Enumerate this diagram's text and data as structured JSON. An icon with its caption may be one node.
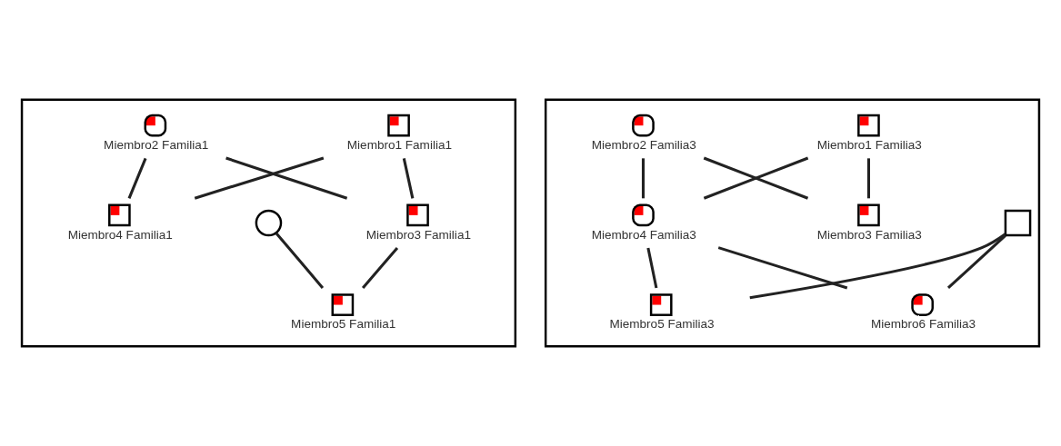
{
  "diagram": {
    "nodes": [
      {
        "text": [],
        "shape": "box"
      },
      {
        "text": [
          "Miembro1 Familia1"
        ],
        "in": 0
      },
      {
        "text": [
          "Miembro2 Familia1"
        ],
        "in": 0
      },
      {
        "text": [
          "Miembro3 Familia1"
        ],
        "in": 0
      },
      {
        "text": [
          "Miembro4 Familia1"
        ],
        "in": 0
      },
      {
        "text": [],
        "shape": "circle",
        "in": 0
      },
      {
        "text": [
          "Miembro5 Familia1"
        ],
        "in": 0
      },
      {
        "text": [],
        "shape": "box"
      },
      {
        "text": [
          "Miembro1 Familia3"
        ],
        "in": 7
      },
      {
        "text": [
          "Miembro2 Familia3"
        ],
        "in": 7
      },
      {
        "text": [],
        "shape": "box",
        "in": 7
      },
      {
        "text": [
          "Miembro3 Familia3"
        ],
        "in": 7
      },
      {
        "text": [
          "Miembro4 Familia3"
        ],
        "in": 7
      },
      {
        "text": [
          "Miembro5 Familia3"
        ],
        "in": 7
      },
      {
        "text": [
          "Miembro6 Familia3"
        ],
        "in": 7
      }
    ],
    "edges": [
      {
        "from": 1,
        "to": 3,
        "arrow": "none"
      },
      {
        "from": 1,
        "to": 4,
        "arrow": "none"
      },
      {
        "from": 2,
        "to": 3,
        "arrow": "none"
      },
      {
        "from": 2,
        "to": 4,
        "arrow": "none"
      },
      {
        "from": 3,
        "to": 6,
        "arrow": "none"
      },
      {
        "from": 5,
        "to": 6,
        "arrow": "none"
      },
      {
        "from": 8,
        "to": 11,
        "arrow": "none"
      },
      {
        "from": 8,
        "to": 12,
        "arrow": "none"
      },
      {
        "from": 9,
        "to": 11,
        "arrow": "none"
      },
      {
        "from": 9,
        "to": 12,
        "arrow": "none"
      },
      {
        "from": 10,
        "to": 13,
        "arrow": "none"
      },
      {
        "from": 10,
        "to": 14,
        "arrow": "none"
      },
      {
        "from": 12,
        "to": 13,
        "arrow": "none"
      },
      {
        "from": 12,
        "to": 14,
        "arrow": "none"
      }
    ]
  }
}
